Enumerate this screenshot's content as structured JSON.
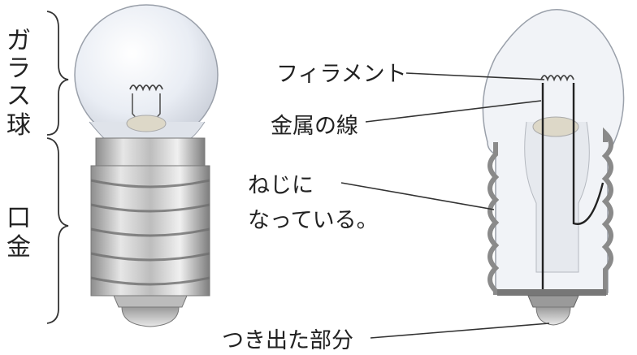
{
  "left_labels": {
    "glass_bulb": [
      "ガ",
      "ラ",
      "ス",
      "球"
    ],
    "base": [
      "口",
      "金"
    ]
  },
  "callouts": {
    "filament": "フィラメント",
    "metal_wire": "金属の線",
    "screw_line1": "ねじに",
    "screw_line2": "なっている。",
    "tip": "つき出た部分"
  }
}
